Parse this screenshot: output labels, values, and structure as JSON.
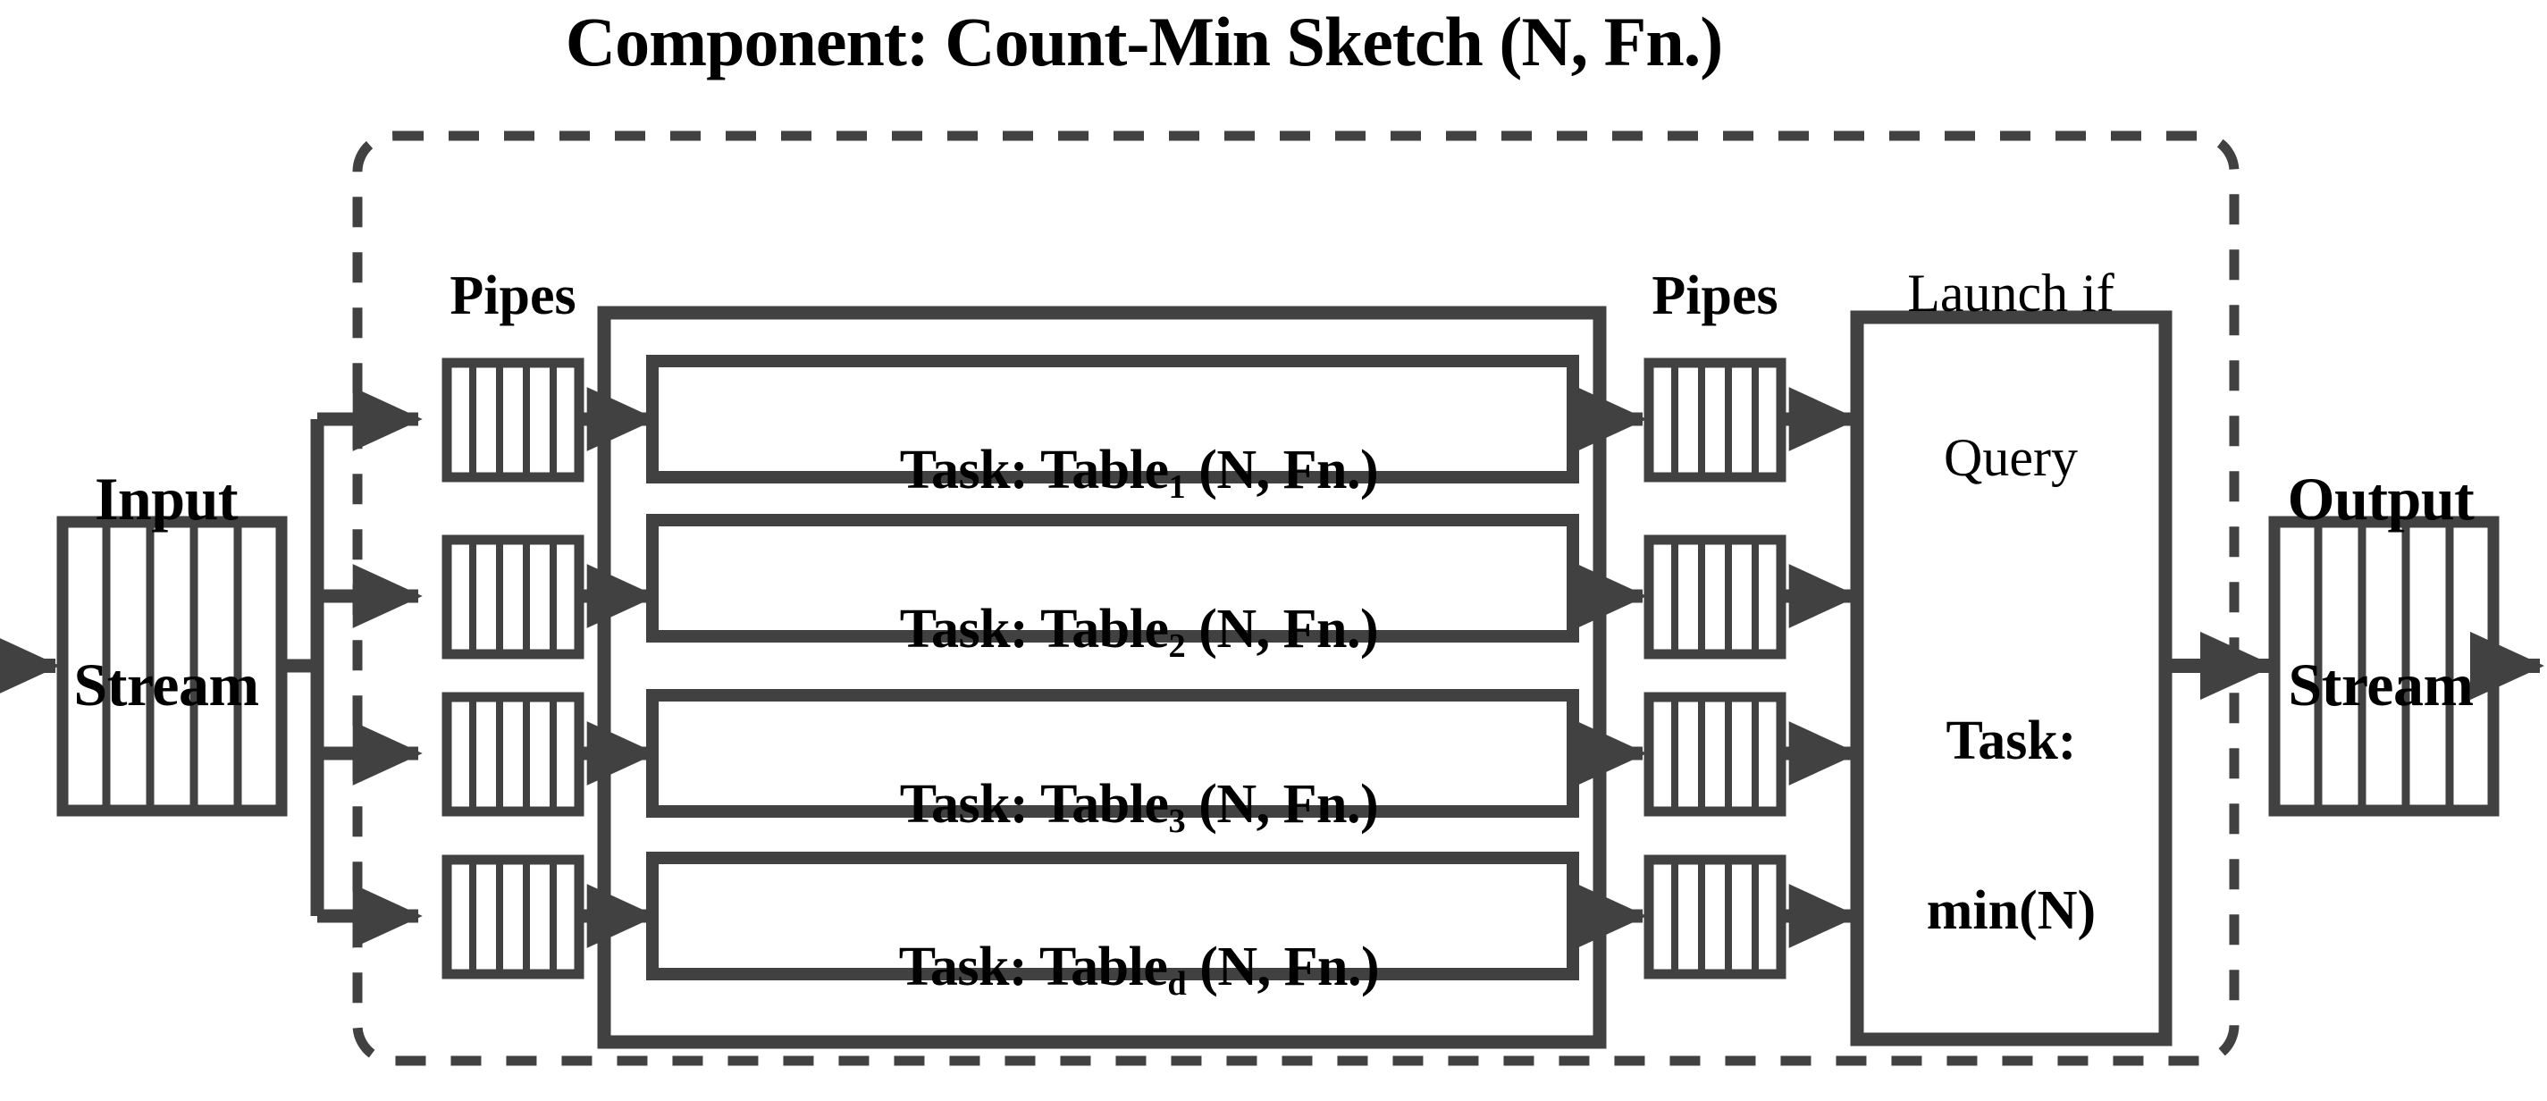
{
  "diagram": {
    "title": "Component: Count-Min Sketch (N, Fn.)",
    "colors": {
      "stroke": "#414141",
      "text": "#000000",
      "background": "#ffffff"
    },
    "left": {
      "input_stream_label_line1": "Input",
      "input_stream_label_line2": "Stream",
      "pipes_label": "Pipes",
      "stream_cells": 5
    },
    "right": {
      "output_stream_label_line1": "Output",
      "output_stream_label_line2": "Stream",
      "pipes_label": "Pipes",
      "launch_label_line1": "Launch if",
      "launch_label_line2": "Query",
      "min_task_line1": "Task:",
      "min_task_line2": "min(N)",
      "stream_cells": 5
    },
    "tasks": [
      {
        "prefix": "Task: Table",
        "sub": "1",
        "suffix": " (N, Fn.)"
      },
      {
        "prefix": "Task: Table",
        "sub": "2",
        "suffix": " (N, Fn.)"
      },
      {
        "prefix": "Task: Table",
        "sub": "3",
        "suffix": " (N, Fn.)"
      },
      {
        "prefix": "Task: Table",
        "sub": "d",
        "suffix": " (N, Fn.)"
      }
    ],
    "pipe_cells": 5,
    "branch_count": 4
  }
}
